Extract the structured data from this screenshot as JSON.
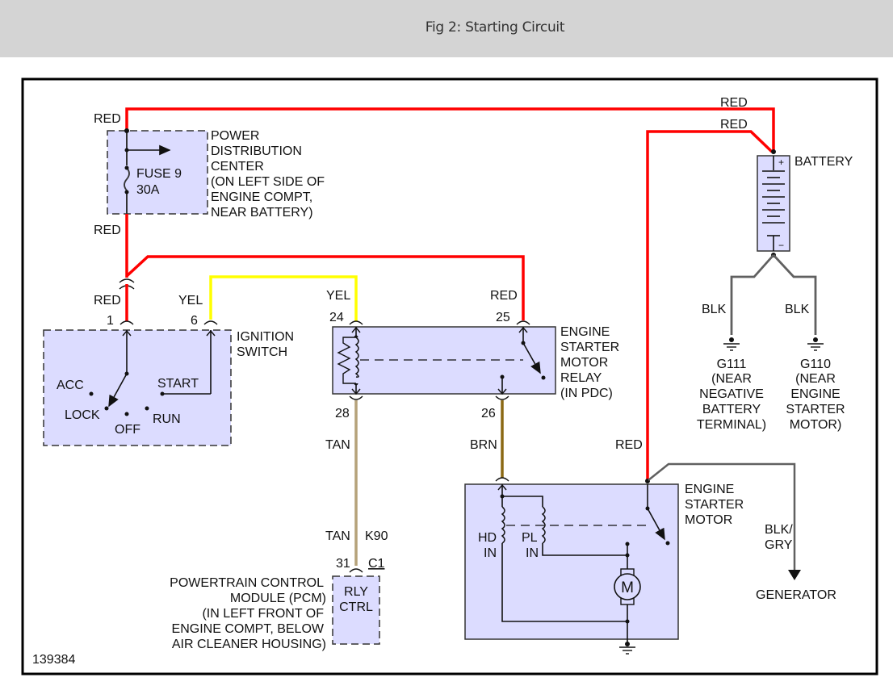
{
  "header": {
    "title": "Fig 2: Starting Circuit"
  },
  "figure_id": "139384",
  "colors": {
    "red": "#ff0000",
    "yellow": "#ffff00",
    "tan": "#b5a27a",
    "brown": "#8b6914",
    "gray_wire": "#606060",
    "component_fill": "#dcdcff",
    "header_bg": "#d4d4d4"
  },
  "wires": {
    "red_top": "RED",
    "red_batt1": "RED",
    "red_batt2": "RED",
    "red_pdc_in": "RED",
    "red_pdc_out": "RED",
    "red_ign": "RED",
    "yel_ign": "YEL",
    "yel_relay": "YEL",
    "red_relay": "RED",
    "tan_upper": "TAN",
    "tan_lower": "TAN",
    "tan_circuit": "K90",
    "brn": "BRN",
    "red_starter": "RED",
    "blk1": "BLK",
    "blk2": "BLK",
    "blk_gry_1": "BLK/",
    "blk_gry_2": "GRY"
  },
  "pins": {
    "ign_1": "1",
    "ign_6": "6",
    "relay_24": "24",
    "relay_25": "25",
    "relay_28": "28",
    "relay_26": "26",
    "pcm_31": "31",
    "pcm_connector": "C1"
  },
  "pdc": {
    "fuse_name": "FUSE 9",
    "fuse_rating": "30A",
    "label": [
      "POWER",
      "DISTRIBUTION",
      "CENTER",
      "(ON LEFT SIDE OF",
      "ENGINE COMPT,",
      "NEAR BATTERY)"
    ]
  },
  "battery": {
    "label": "BATTERY",
    "plus": "+",
    "minus": "−"
  },
  "ignition": {
    "label": [
      "IGNITION",
      "SWITCH"
    ],
    "positions": {
      "acc": "ACC",
      "lock": "LOCK",
      "off": "OFF",
      "run": "RUN",
      "start": "START"
    }
  },
  "relay": {
    "label": [
      "ENGINE",
      "STARTER",
      "MOTOR",
      "RELAY",
      "(IN PDC)"
    ]
  },
  "grounds": [
    {
      "id": "G111",
      "desc": [
        "(NEAR",
        "NEGATIVE",
        "BATTERY",
        "TERMINAL)"
      ]
    },
    {
      "id": "G110",
      "desc": [
        "(NEAR",
        "ENGINE",
        "STARTER",
        "MOTOR)"
      ]
    }
  ],
  "starter": {
    "label": [
      "ENGINE",
      "STARTER",
      "MOTOR"
    ],
    "hd": [
      "HD",
      "IN"
    ],
    "pl": [
      "PL",
      "IN"
    ],
    "motor": "M"
  },
  "generator": {
    "label": "GENERATOR"
  },
  "pcm": {
    "inner": [
      "RLY",
      "CTRL"
    ],
    "label": [
      "POWERTRAIN CONTROL",
      "MODULE (PCM)",
      "(IN LEFT FRONT OF",
      "ENGINE COMPT, BELOW",
      "AIR CLEANER HOUSING)"
    ]
  }
}
